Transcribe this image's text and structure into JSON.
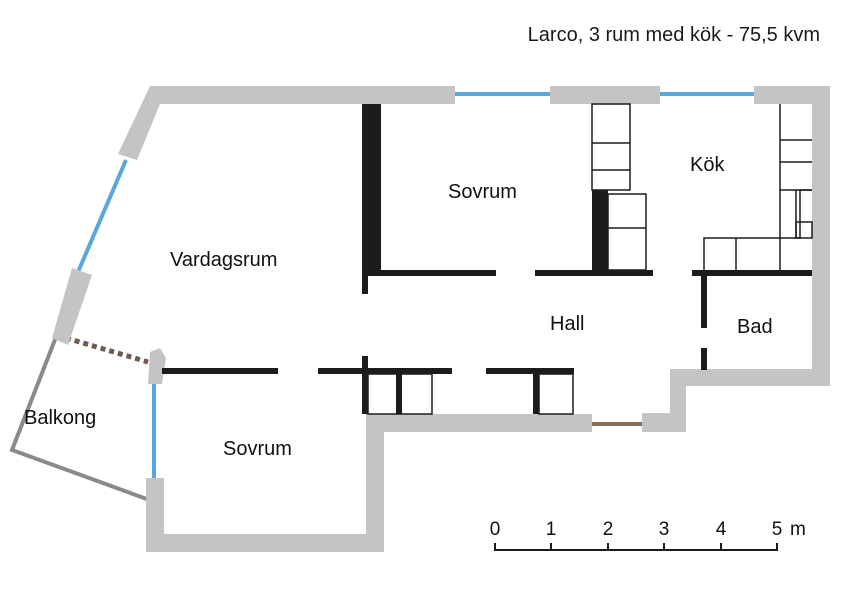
{
  "title": "Larco, 3 rum med kök - 75,5 kvm",
  "rooms": {
    "vardagsrum": "Vardagsrum",
    "sovrum_top": "Sovrum",
    "kok": "Kök",
    "hall": "Hall",
    "bad": "Bad",
    "balkong": "Balkong",
    "sovrum_bottom": "Sovrum"
  },
  "scale": {
    "ticks": [
      "0",
      "1",
      "2",
      "3",
      "4",
      "5"
    ],
    "unit": "m"
  },
  "colors": {
    "wall": "#c4c4c5",
    "window": "#5aa7dc",
    "partition": "#1c1c1c",
    "door_threshold": "#8b6a55",
    "balcony_rail": "#8a8a8a"
  }
}
